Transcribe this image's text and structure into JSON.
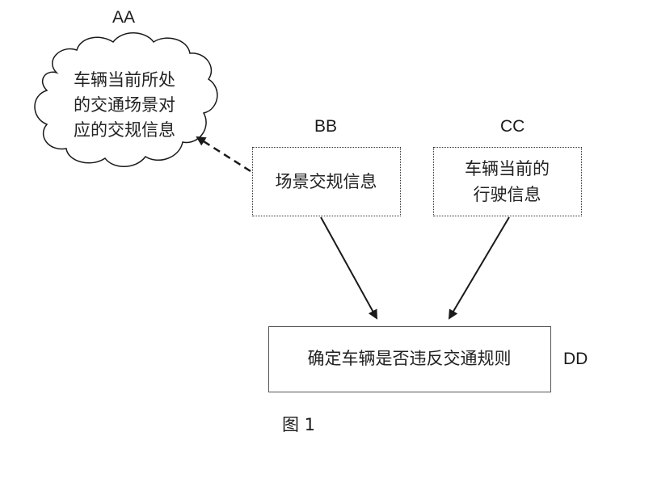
{
  "labels": {
    "aa": "AA",
    "bb": "BB",
    "cc": "CC",
    "dd": "DD"
  },
  "cloud": {
    "lines": [
      "车辆当前所处",
      "的交通场景对",
      "应的交规信息"
    ]
  },
  "box_bb": {
    "text": "场景交规信息"
  },
  "box_cc": {
    "lines": [
      "车辆当前的",
      "行驶信息"
    ]
  },
  "box_dd": {
    "text": "确定车辆是否违反交通规则"
  },
  "caption": "图 1",
  "colors": {
    "line": "#1a1a1a",
    "border": "#333333"
  }
}
